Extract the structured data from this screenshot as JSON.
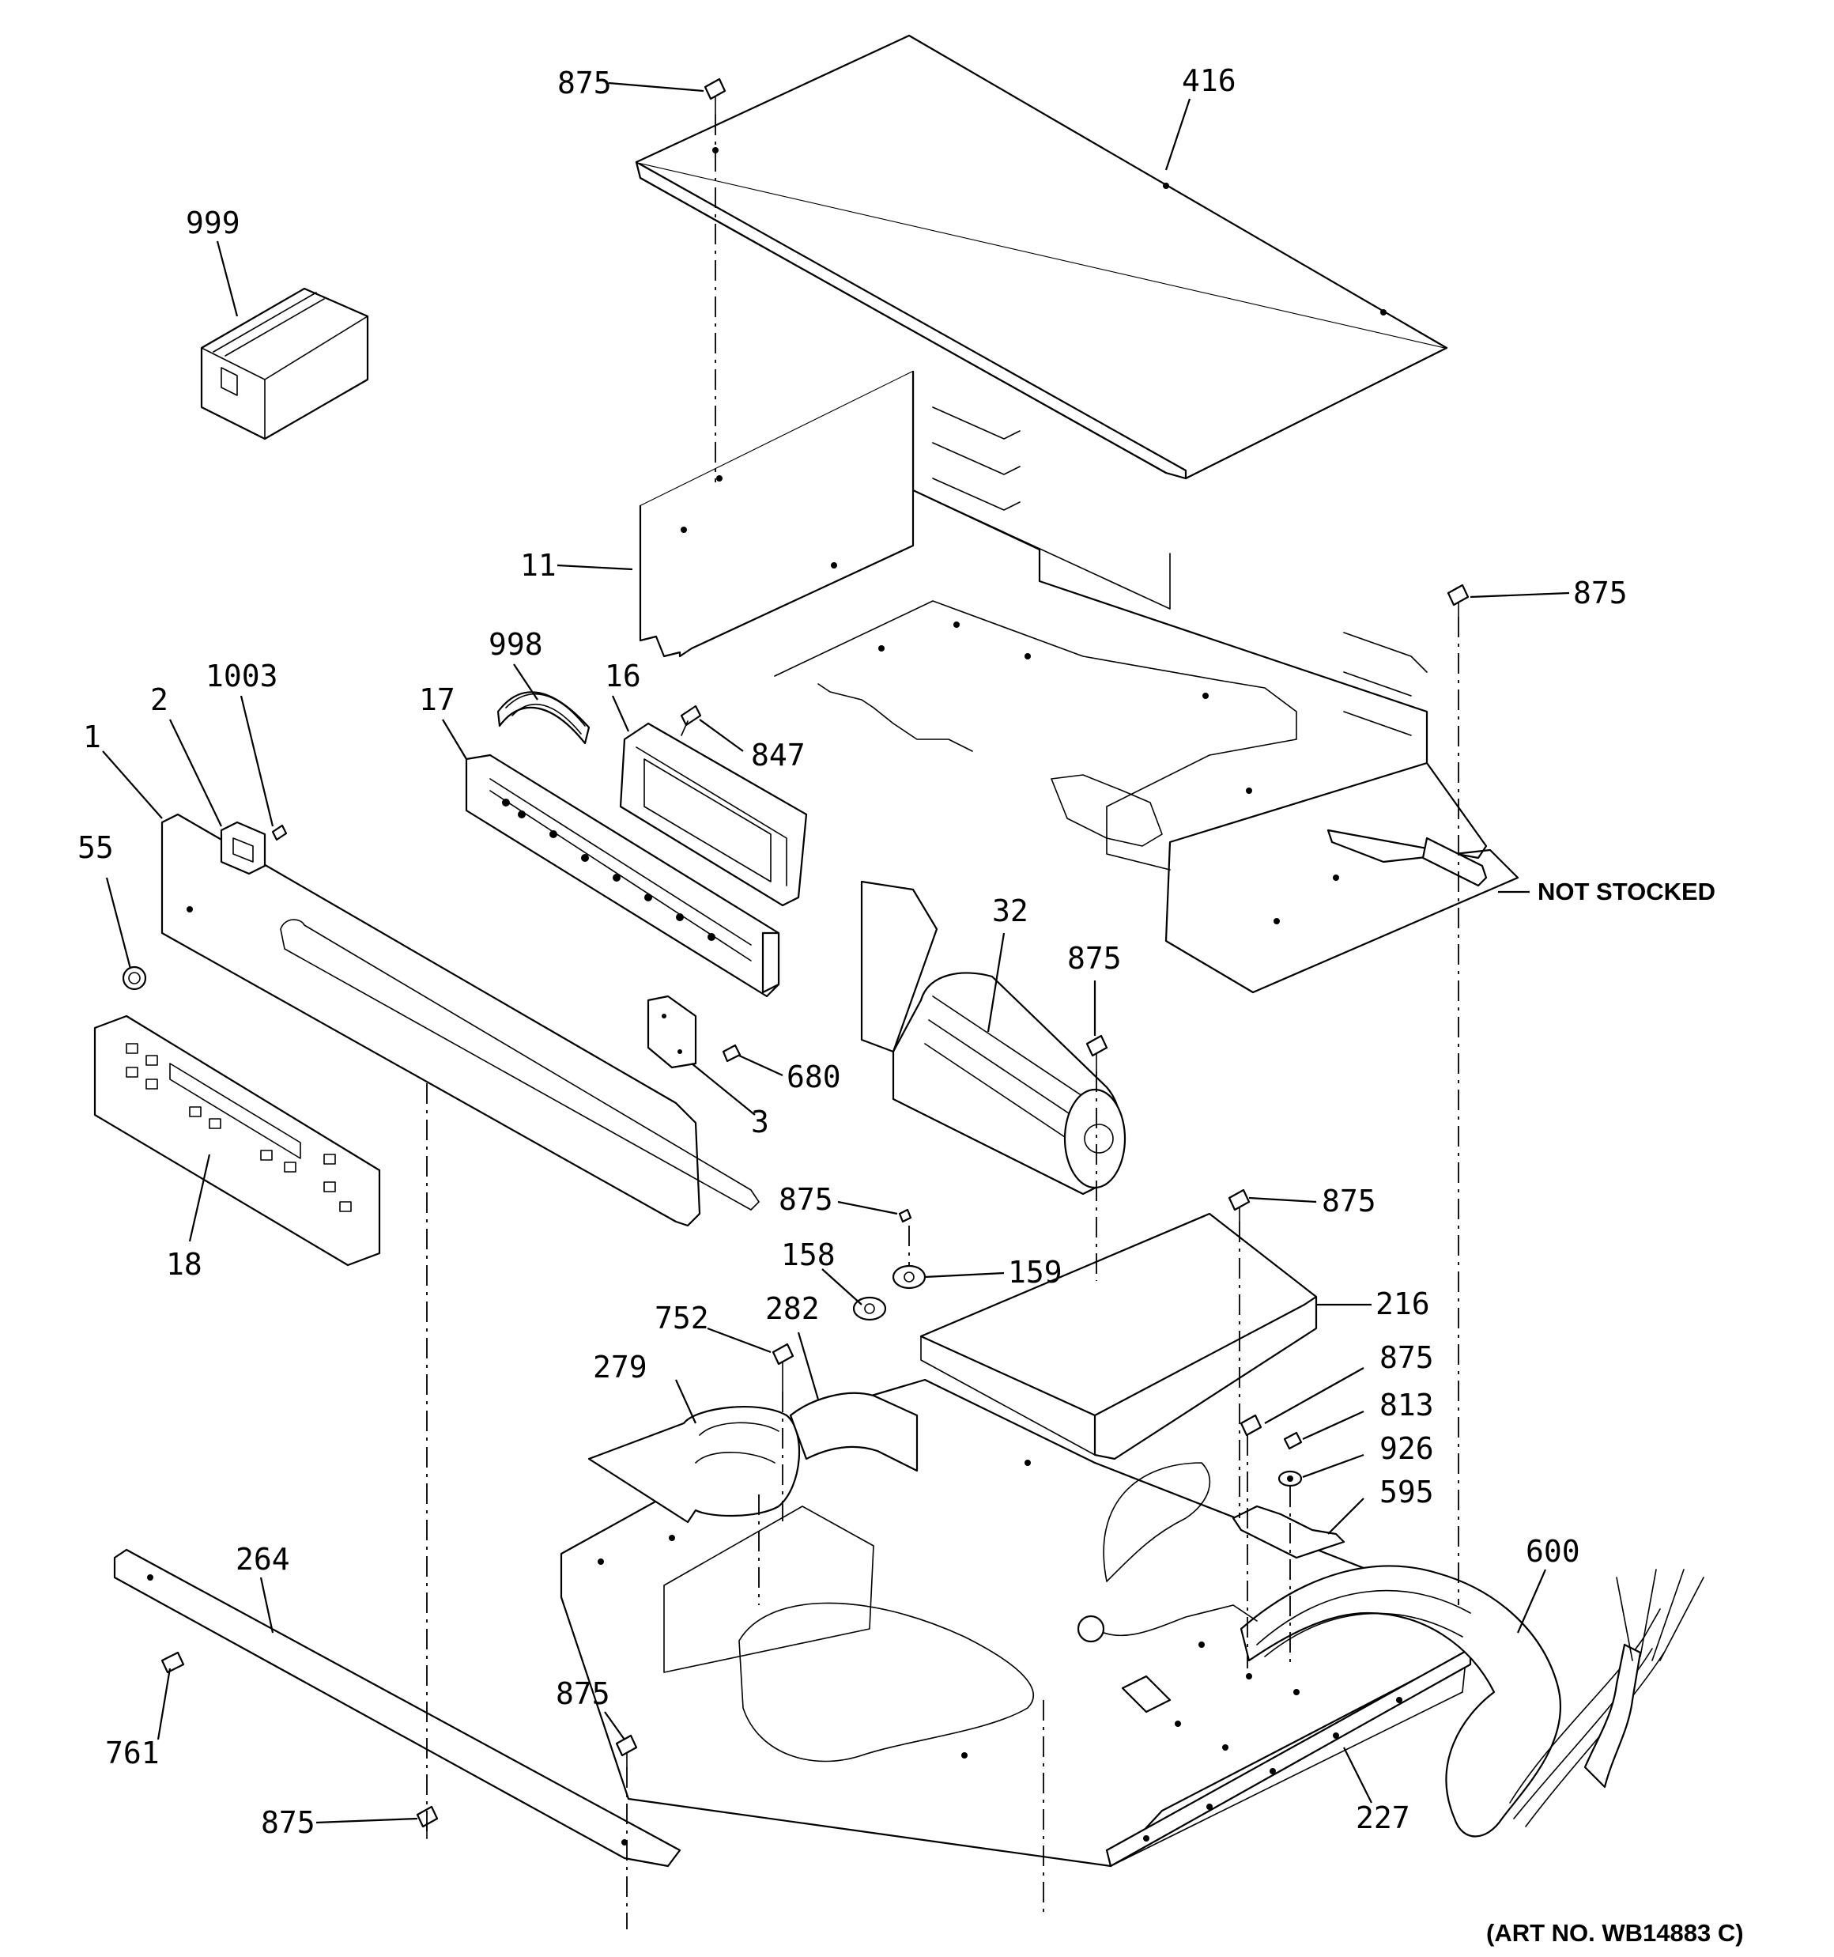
{
  "labels": {
    "c875_top": "875",
    "c416": "416",
    "c999": "999",
    "c11": "11",
    "c875_right": "875",
    "c998": "998",
    "c16": "16",
    "c17": "17",
    "c1003": "1003",
    "c2": "2",
    "c1": "1",
    "c847": "847",
    "c55": "55",
    "c32": "32",
    "c875_fan": "875",
    "c680": "680",
    "c3": "3",
    "c18": "18",
    "c875_mid": "875",
    "c875_216": "875",
    "c158": "158",
    "c159": "159",
    "c216": "216",
    "c752": "752",
    "c282": "282",
    "c279": "279",
    "c875_813": "875",
    "c813": "813",
    "c926": "926",
    "c595": "595",
    "c600": "600",
    "c264": "264",
    "c761": "761",
    "c875_bot": "875",
    "c875_left": "875",
    "c227": "227"
  },
  "notes": {
    "not_stocked": "NOT STOCKED",
    "art_no": "(ART NO. WB14883 C)"
  }
}
